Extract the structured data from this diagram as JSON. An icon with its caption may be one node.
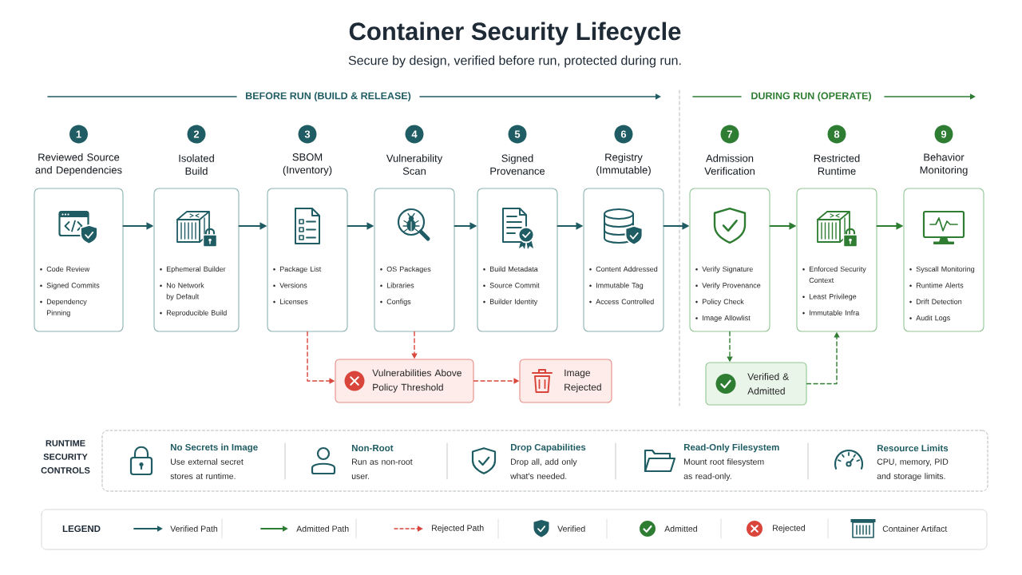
{
  "diagram": {
    "title": "Container Security Lifecycle",
    "nodes": [
      {
        "text": [
          "1"
        ]
      },
      {
        "text": [
          "2"
        ]
      },
      {
        "text": [
          "3"
        ]
      },
      {
        "text": [
          "4"
        ]
      },
      {
        "text": [
          "5"
        ]
      },
      {
        "text": [
          "6"
        ]
      },
      {
        "text": [
          "7"
        ]
      },
      {
        "text": [
          "8"
        ]
      },
      {
        "text": [
          "9"
        ]
      },
      {
        "text": [
          "Reviewed Source and Dependencies",
          "Code Review",
          "Signed Commits",
          "Dependency Pinning"
        ]
      },
      {
        "text": [
          "Isolated Build",
          "Ephemeral Builder",
          "No Network by Default",
          "Reproducible Build"
        ]
      },
      {
        "text": [
          "SBOM (Inventory)",
          "Package List",
          "Versions",
          "Licenses"
        ]
      },
      {
        "text": [
          "Vulnerability Scan",
          "OS Packages",
          "Libraries",
          "Configs"
        ]
      },
      {
        "text": [
          "Signed Provenance",
          "Build Metadata",
          "Source Commit",
          "Builder Identity"
        ]
      },
      {
        "text": [
          "Registry (Immutable)",
          "Content Addressed",
          "Immutable Tag",
          "Access Controlled"
        ]
      },
      {
        "text": [
          "Admission Verification",
          "Verify Signature",
          "Verify Provenance",
          "Policy Check",
          "Image Allowlist"
        ]
      },
      {
        "text": [
          "Restricted Runtime",
          "Enforced Security Context",
          "Least Privilege",
          "Immutable Infra"
        ]
      },
      {
        "text": [
          "Behavior Monitoring",
          "Syscall Monitoring",
          "Runtime Alerts",
          "Drift Detection",
          "Audit Logs"
        ]
      },
      {
        "text": [
          "Vulnerabilities Above Policy Threshold"
        ]
      },
      {
        "text": [
          "Image Rejected"
        ]
      },
      {
        "text": [
          "Verified & Admitted"
        ]
      },
      {
        "text": [
          "RUNTIME SECURITY CONTROLS",
          "No Secrets in Image",
          "Use external secret stores at runtime.",
          "Non-Root",
          "Run as non-root user.",
          "Drop Capabilities",
          "Drop all, add only what’s needed.",
          "Read-Only Filesystem",
          "Mount root filesystem as read-only.",
          "Resource Limits",
          "CPU, memory, PID and storage limits."
        ]
      }
    ],
    "edges": [
      {
        "from": 9,
        "to": 10,
        "arrow": "to"
      },
      {
        "from": 10,
        "to": 11,
        "arrow": "to"
      },
      {
        "from": 11,
        "to": 12,
        "arrow": "to"
      },
      {
        "from": 12,
        "to": 13,
        "arrow": "to"
      },
      {
        "from": 13,
        "to": 14,
        "arrow": "to"
      },
      {
        "from": 14,
        "to": 15,
        "arrow": "to"
      },
      {
        "from": 15,
        "to": 16,
        "arrow": "to",
        "color": "#2e7d32"
      },
      {
        "from": 16,
        "to": 17,
        "arrow": "to",
        "color": "#2e7d32"
      },
      {
        "from": 11,
        "to": 18,
        "arrow": "to",
        "style": "dashed",
        "color": "#d9453b"
      },
      {
        "from": 12,
        "to": 18,
        "arrow": "to",
        "style": "dashed",
        "color": "#d9453b"
      },
      {
        "from": 18,
        "to": 19,
        "arrow": "to",
        "style": "dashed",
        "color": "#d9453b"
      },
      {
        "from": 15,
        "to": 20,
        "arrow": "to",
        "style": "dashed",
        "color": "#2e7d32"
      },
      {
        "from": 20,
        "to": 16,
        "arrow": "to",
        "style": "dashed",
        "color": "#2e7d32"
      }
    ],
    "labels": [
      "Secure by design, verified before run, protected during run.",
      "BEFORE RUN (BUILD & RELEASE)",
      "DURING RUN (OPERATE)",
      "LEGEND"
    ],
    "legend": [
      {
        "text": "Verified Path"
      },
      {
        "text": "Admitted Path"
      },
      {
        "text": "Rejected Path"
      },
      {
        "text": "Verified"
      },
      {
        "text": "Admitted"
      },
      {
        "text": "Rejected"
      },
      {
        "text": "Container Artifact"
      }
    ]
  }
}
